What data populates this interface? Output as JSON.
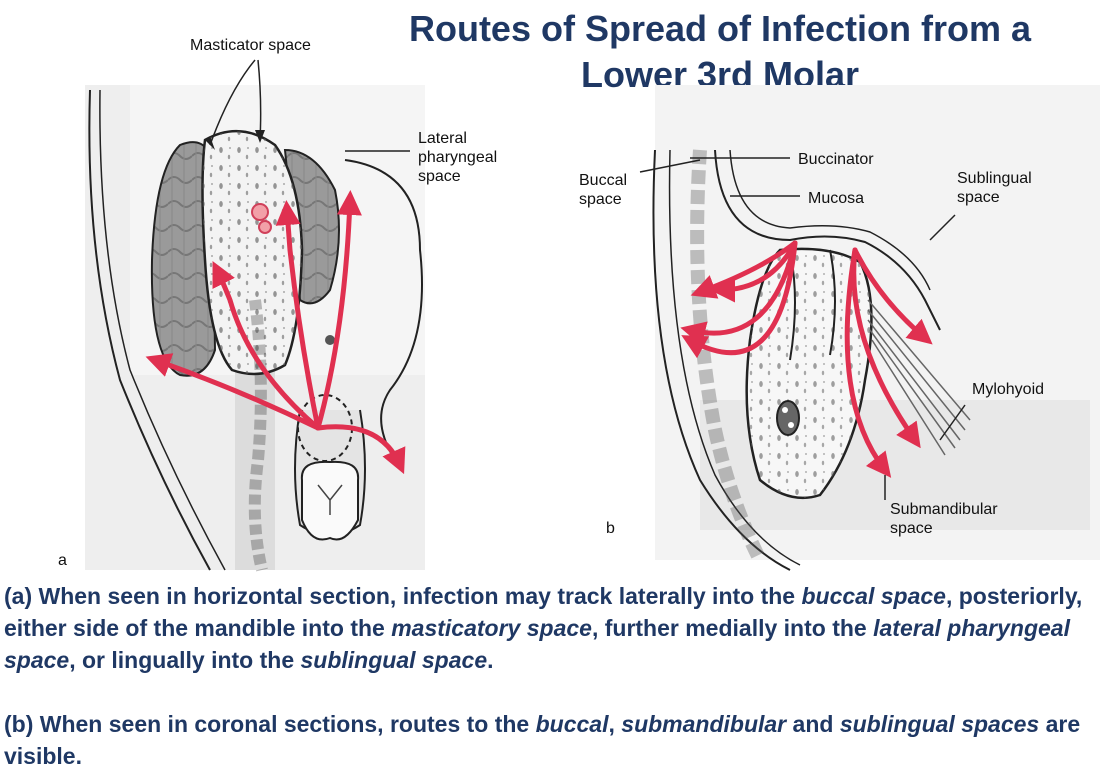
{
  "title": {
    "line1": "Routes of Spread of Infection from a",
    "line2": "Lower 3rd Molar"
  },
  "colors": {
    "title": "#1f3864",
    "arrow": "#e03050",
    "caption": "#1f3864"
  },
  "panel_a": {
    "letter": "a",
    "labels": {
      "masticator": "Masticator space",
      "lateral_pharyngeal_1": "Lateral",
      "lateral_pharyngeal_2": "pharyngeal",
      "lateral_pharyngeal_3": "space"
    }
  },
  "panel_b": {
    "letter": "b",
    "labels": {
      "buccinator": "Buccinator",
      "buccal_1": "Buccal",
      "buccal_2": "space",
      "mucosa": "Mucosa",
      "sublingual_1": "Sublingual",
      "sublingual_2": "space",
      "mylohyoid": "Mylohyoid",
      "submandibular_1": "Submandibular",
      "submandibular_2": "space"
    }
  },
  "caption": {
    "a": [
      {
        "t": "(a) When seen in horizontal section, infection may track laterally into the ",
        "i": false
      },
      {
        "t": "buccal space",
        "i": true
      },
      {
        "t": ", posteriorly, either side of the mandible into the ",
        "i": false
      },
      {
        "t": "masticatory space",
        "i": true
      },
      {
        "t": ", further medially into the ",
        "i": false
      },
      {
        "t": "lateral pharyngeal space",
        "i": true
      },
      {
        "t": ", or lingually into the ",
        "i": false
      },
      {
        "t": "sublingual space",
        "i": true
      },
      {
        "t": ".",
        "i": false
      }
    ],
    "b": [
      {
        "t": "(b) When seen in coronal sections, routes to the ",
        "i": false
      },
      {
        "t": "buccal",
        "i": true
      },
      {
        "t": ", ",
        "i": false
      },
      {
        "t": "submandibular",
        "i": true
      },
      {
        "t": " and ",
        "i": false
      },
      {
        "t": "sublingual spaces",
        "i": true
      },
      {
        "t": " are visible.",
        "i": false
      }
    ]
  }
}
